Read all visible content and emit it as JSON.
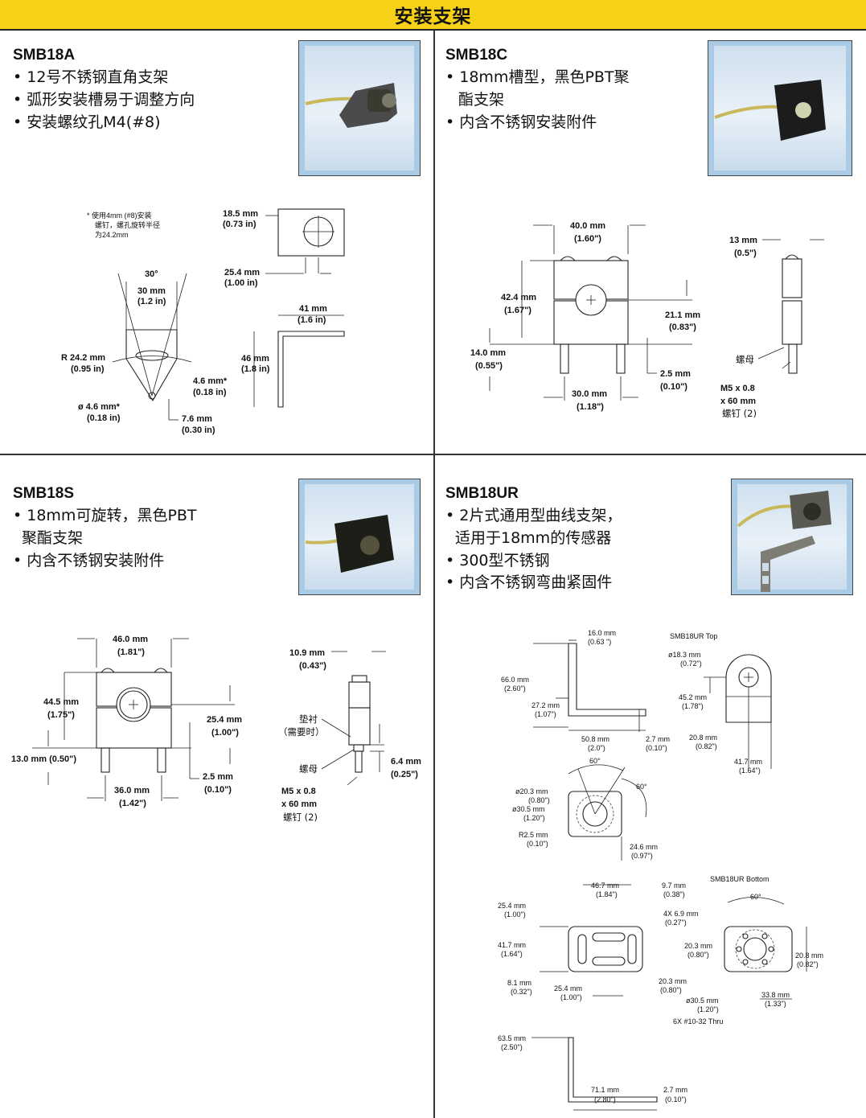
{
  "header": {
    "title": "安装支架"
  },
  "products": [
    {
      "title": "SMB18A",
      "bullets": [
        "• 12号不锈钢直角支架",
        "• 弧形安装槽易于调整方向",
        "• 安装螺纹孔M4(#8)"
      ]
    },
    {
      "title": "SMB18C",
      "bullets": [
        "• 18mm槽型，黑色PBT聚",
        "酯支架",
        "• 内含不锈钢安装附件"
      ]
    },
    {
      "title": "SMB18S",
      "bullets": [
        "• 18mm可旋转，黑色PBT",
        "聚酯支架",
        "• 内含不锈钢安装附件"
      ]
    },
    {
      "title": "SMB18UR",
      "bullets": [
        "• 2片式通用型曲线支架，",
        "适用于18mm的传感器",
        "• 300型不锈钢",
        "• 内含不锈钢弯曲紧固件"
      ]
    }
  ],
  "a": {
    "note1": "* 使用4mm (#8)安装",
    "note2": "螺钉，螺孔旋转半径",
    "note3": "为24.2mm",
    "d1a": "18.5 mm",
    "d1b": "(0.73 in)",
    "d2a": "25.4 mm",
    "d2b": "(1.00 in)",
    "d3a": "41 mm",
    "d3b": "(1.6 in)",
    "d4a": "46 mm",
    "d4b": "(1.8 in)",
    "ang": "30°",
    "d5a": "30 mm",
    "d5b": "(1.2 in)",
    "d6a": "R 24.2 mm",
    "d6b": "(0.95 in)",
    "d7a": "4.6 mm*",
    "d7b": "(0.18 in)",
    "d8a": "ø 4.6 mm*",
    "d8b": "(0.18 in)",
    "d9a": "7.6 mm",
    "d9b": "(0.30 in)"
  },
  "c": {
    "w1": "40.0 mm",
    "w1b": "(1.60\")",
    "h1": "42.4 mm",
    "h1b": "(1.67\")",
    "h2": "21.1 mm",
    "h2b": "(0.83\")",
    "h3": "14.0 mm",
    "h3b": "(0.55\")",
    "d4": "2.5 mm",
    "d4b": "(0.10\")",
    "w2": "30.0 mm",
    "w2b": "(1.18\")",
    "s1": "13 mm",
    "s1b": "(0.5\")",
    "nut": "螺母",
    "screw1": "M5 x 0.8",
    "screw2": "x 60 mm",
    "screw3": "螺钉 (2)"
  },
  "s": {
    "w1": "46.0 mm",
    "w1b": "(1.81\")",
    "h1": "44.5 mm",
    "h1b": "(1.75\")",
    "h2": "25.4 mm",
    "h2b": "(1.00\")",
    "h3": "13.0 mm (0.50\")",
    "d4": "2.5 mm",
    "d4b": "(0.10\")",
    "w2": "36.0 mm",
    "w2b": "(1.42\")",
    "s1": "10.9 mm",
    "s1b": "(0.43\")",
    "washer1": "垫衬",
    "washer2": "（需要时）",
    "nut": "螺母",
    "s2": "6.4 mm",
    "s2b": "(0.25\")",
    "screw1": "M5 x 0.8",
    "screw2": "x 60 mm",
    "screw3": "螺钉 (2)"
  },
  "ur": {
    "a1": "16.0 mm",
    "a1b": "(0.63 \")",
    "a2": "66.0 mm",
    "a2b": "(2.60\")",
    "a3": "27.2 mm",
    "a3b": "(1.07\")",
    "a4": "50.8 mm",
    "a4b": "(2.0\")",
    "a5": "2.7 mm",
    "a5b": "(0.10\")",
    "top": "SMB18UR Top",
    "t1": "ø18.3 mm",
    "t1b": "(0.72\")",
    "t2": "45.2 mm",
    "t2b": "(1.78\")",
    "t3": "20.8 mm",
    "t3b": "(0.82\")",
    "t4": "41.7 mm",
    "t4b": "(1.64\")",
    "ang1": "60°",
    "ang2": "60°",
    "f1": "ø20.3 mm",
    "f1b": "(0.80\")",
    "f2": "ø30.5 mm",
    "f2b": "(1.20\")",
    "f3": "R2.5 mm",
    "f3b": "(0.10\")",
    "f4": "24.6 mm",
    "f4b": "(0.97\")",
    "b1": "46.7 mm",
    "b1b": "(1.84\")",
    "b2": "9.7 mm",
    "b2b": "(0.38\")",
    "b3": "4X 6.9 mm",
    "b3b": "(0.27\")",
    "b4": "25.4 mm",
    "b4b": "(1.00\")",
    "b5": "41.7 mm",
    "b5b": "(1.64\")",
    "b6": "8.1 mm",
    "b6b": "(0.32\")",
    "b7": "25.4 mm",
    "b7b": "(1.00\")",
    "b8": "20.3 mm",
    "b8b": "(0.80\")",
    "bottom": "SMB18UR Bottom",
    "bang": "60°",
    "c1": "20.3 mm",
    "c1b": "(0.80\")",
    "c2": "20.8 mm",
    "c2b": "(0.82\")",
    "c3": "ø30.5 mm",
    "c3b": "(1.20\")",
    "c4": "33.8 mm",
    "c4b": "(1.33\")",
    "c5": "6X #10-32 Thru",
    "e1": "63.5 mm",
    "e1b": "(2.50\")",
    "e2": "71.1 mm",
    "e2b": "(2.80\")",
    "e3": "2.7 mm",
    "e3b": "(0.10\")"
  }
}
